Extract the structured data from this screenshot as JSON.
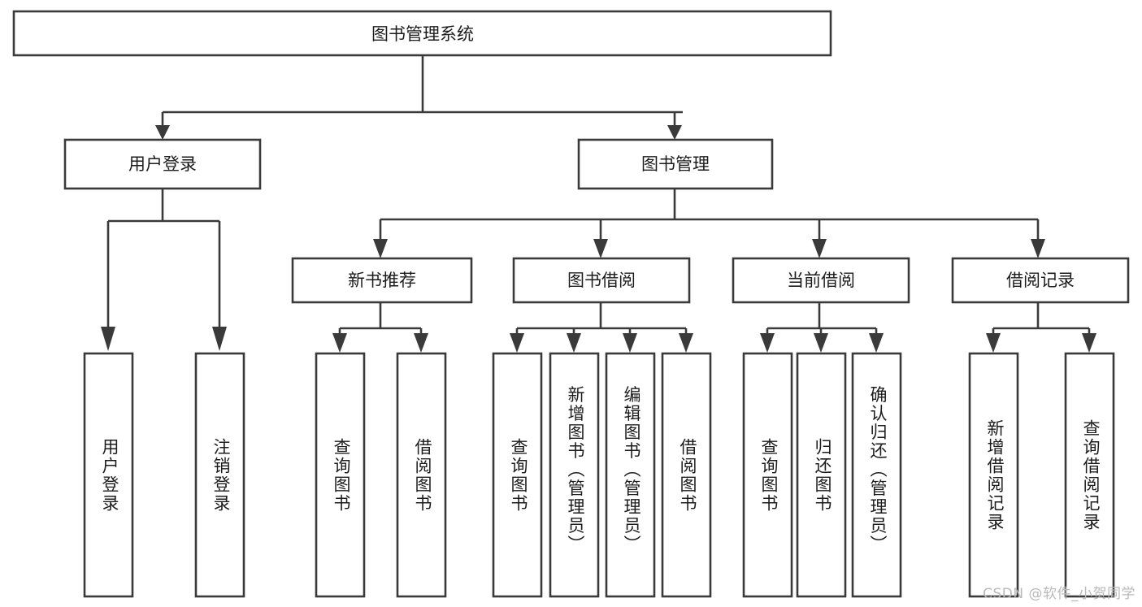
{
  "diagram": {
    "type": "tree-hierarchy",
    "title": "图书管理系统",
    "orientation": "top-down",
    "levels": 4,
    "root": {
      "id": "root",
      "label": "图书管理系统",
      "text_direction": "horizontal"
    },
    "level1": [
      {
        "id": "user-login",
        "label": "用户登录",
        "text_direction": "horizontal"
      },
      {
        "id": "book-manage",
        "label": "图书管理",
        "text_direction": "horizontal"
      }
    ],
    "level2": [
      {
        "id": "new-book-recommend",
        "label": "新书推荐",
        "text_direction": "horizontal",
        "parent": "book-manage"
      },
      {
        "id": "book-borrow",
        "label": "图书借阅",
        "text_direction": "horizontal",
        "parent": "book-manage"
      },
      {
        "id": "current-borrow",
        "label": "当前借阅",
        "text_direction": "horizontal",
        "parent": "book-manage"
      },
      {
        "id": "borrow-record",
        "label": "借阅记录",
        "text_direction": "horizontal",
        "parent": "book-manage"
      }
    ],
    "leaves": [
      {
        "id": "leaf-user-login",
        "label": "用户登录",
        "parent": "user-login",
        "text_direction": "vertical"
      },
      {
        "id": "leaf-user-logout",
        "label": "注销登录",
        "parent": "user-login",
        "text_direction": "vertical"
      },
      {
        "id": "leaf-query-book-1",
        "label": "查询图书",
        "parent": "new-book-recommend",
        "text_direction": "vertical"
      },
      {
        "id": "leaf-borrow-book-1",
        "label": "借阅图书",
        "parent": "new-book-recommend",
        "text_direction": "vertical"
      },
      {
        "id": "leaf-query-book-2",
        "label": "查询图书",
        "parent": "book-borrow",
        "text_direction": "vertical"
      },
      {
        "id": "leaf-add-book",
        "label": "新增图书（管理员）",
        "parent": "book-borrow",
        "text_direction": "vertical"
      },
      {
        "id": "leaf-edit-book",
        "label": "编辑图书（管理员）",
        "parent": "book-borrow",
        "text_direction": "vertical"
      },
      {
        "id": "leaf-borrow-book-2",
        "label": "借阅图书",
        "parent": "book-borrow",
        "text_direction": "vertical"
      },
      {
        "id": "leaf-query-book-3",
        "label": "查询图书",
        "parent": "current-borrow",
        "text_direction": "vertical"
      },
      {
        "id": "leaf-return-book",
        "label": "归还图书",
        "parent": "current-borrow",
        "text_direction": "vertical"
      },
      {
        "id": "leaf-confirm-return",
        "label": "确认归还（管理员）",
        "parent": "current-borrow",
        "text_direction": "vertical"
      },
      {
        "id": "leaf-add-record",
        "label": "新增借阅记录",
        "parent": "borrow-record",
        "text_direction": "vertical"
      },
      {
        "id": "leaf-query-record",
        "label": "查询借阅记录",
        "parent": "borrow-record",
        "text_direction": "vertical"
      }
    ]
  },
  "watermark": {
    "text": "CSDN @软件_小贺同学"
  },
  "colors": {
    "box_stroke": "#3a3a3a",
    "box_fill": "#ffffff",
    "text": "#1c1c1c",
    "background": "#ffffff",
    "watermark": "#b9b9b9"
  }
}
